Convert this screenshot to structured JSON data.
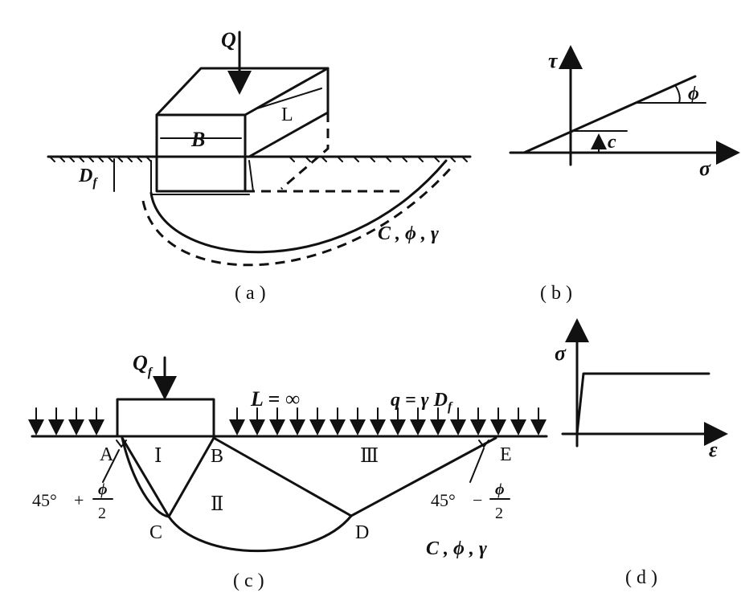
{
  "panel_a": {
    "caption": "( a )",
    "load": "Q",
    "width": "B",
    "length": "L",
    "depth": "D",
    "depth_sub": "f",
    "soil": "C , ϕ , γ"
  },
  "panel_b": {
    "caption": "( b )",
    "y_axis": "τ",
    "x_axis": "σ",
    "angle": "ϕ",
    "intercept": "c"
  },
  "panel_c": {
    "caption": "( c )",
    "load": "Q",
    "load_sub": "f",
    "length_eq": "L = ∞",
    "surcharge": "q = γ D",
    "surcharge_sub": "f",
    "points": [
      "A",
      "B",
      "C",
      "D",
      "E"
    ],
    "zones": [
      "Ⅰ",
      "Ⅱ",
      "Ⅲ"
    ],
    "angle_left": {
      "prefix": "45°",
      "sign": "+",
      "num": "ϕ",
      "den": "2"
    },
    "angle_right": {
      "prefix": "45°",
      "sign": "−",
      "num": "ϕ",
      "den": "2"
    },
    "soil": "C , ϕ , γ"
  },
  "panel_d": {
    "caption": "( d )",
    "y_axis": "σ",
    "x_axis": "ε"
  }
}
